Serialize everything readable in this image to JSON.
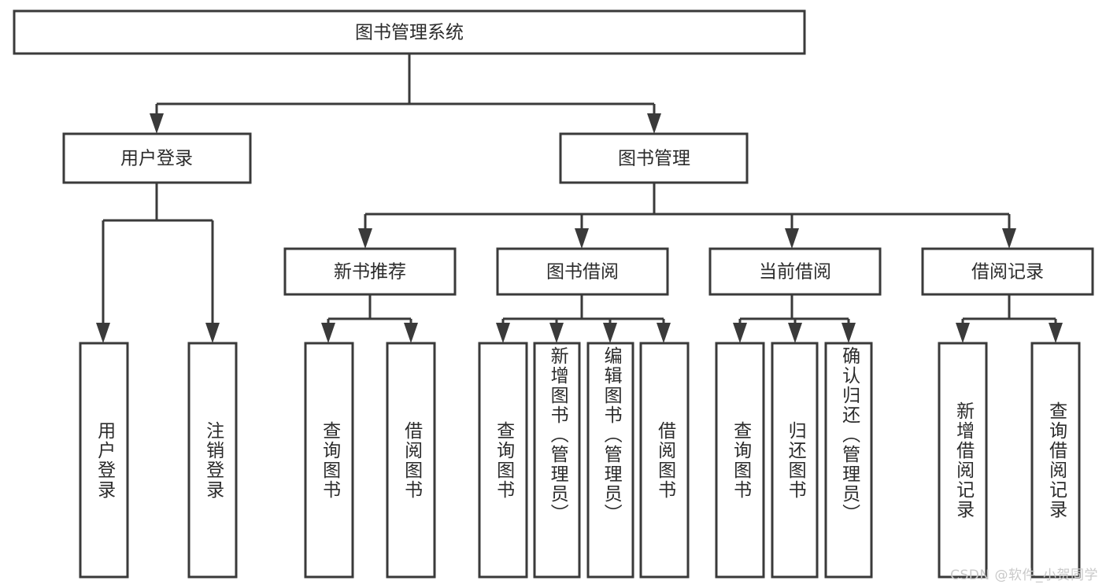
{
  "diagram": {
    "type": "hierarchy-tree",
    "title": "图书管理系统",
    "watermark": "CSDN @软件_小贺同学",
    "levels": {
      "root": {
        "label": "图书管理系统"
      },
      "level2": [
        {
          "id": "user-login",
          "label": "用户登录"
        },
        {
          "id": "book-management",
          "label": "图书管理"
        }
      ],
      "level3": [
        {
          "id": "new-book-recommend",
          "label": "新书推荐",
          "parent": "book-management"
        },
        {
          "id": "book-borrow",
          "label": "图书借阅",
          "parent": "book-management"
        },
        {
          "id": "current-borrow",
          "label": "当前借阅",
          "parent": "book-management"
        },
        {
          "id": "borrow-record",
          "label": "借阅记录",
          "parent": "book-management"
        }
      ],
      "leaves": [
        {
          "id": "leaf-user-login",
          "label": "用户登录",
          "parent": "user-login"
        },
        {
          "id": "leaf-logout-login",
          "label": "注销登录",
          "parent": "user-login"
        },
        {
          "id": "leaf-query-book-1",
          "label": "查询图书",
          "parent": "new-book-recommend"
        },
        {
          "id": "leaf-borrow-book-1",
          "label": "借阅图书",
          "parent": "new-book-recommend"
        },
        {
          "id": "leaf-query-book-2",
          "label": "查询图书",
          "parent": "book-borrow"
        },
        {
          "id": "leaf-add-book",
          "label": "新增图书（管理员）",
          "parent": "book-borrow"
        },
        {
          "id": "leaf-edit-book",
          "label": "编辑图书（管理员）",
          "parent": "book-borrow"
        },
        {
          "id": "leaf-borrow-book-2",
          "label": "借阅图书",
          "parent": "book-borrow"
        },
        {
          "id": "leaf-query-book-3",
          "label": "查询图书",
          "parent": "current-borrow"
        },
        {
          "id": "leaf-return-book",
          "label": "归还图书",
          "parent": "current-borrow"
        },
        {
          "id": "leaf-confirm-return",
          "label": "确认归还（管理员）",
          "parent": "current-borrow"
        },
        {
          "id": "leaf-add-record",
          "label": "新增借阅记录",
          "parent": "borrow-record"
        },
        {
          "id": "leaf-query-record",
          "label": "查询借阅记录",
          "parent": "borrow-record"
        }
      ]
    },
    "colors": {
      "stroke": "#3a3a3a",
      "fill": "#ffffff",
      "text": "#2b2b2b",
      "watermark": "#c9c9c9"
    }
  }
}
